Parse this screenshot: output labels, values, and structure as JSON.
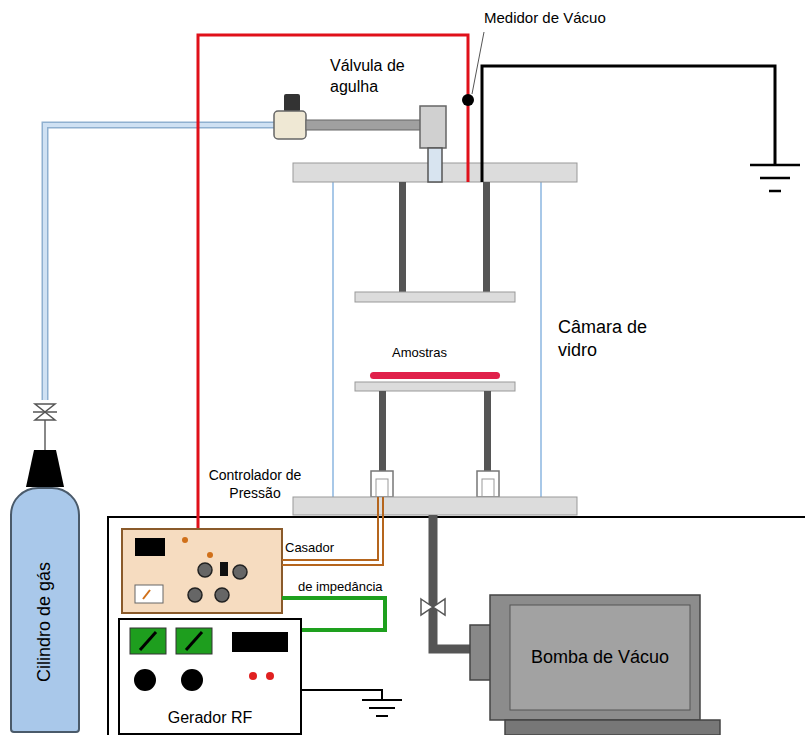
{
  "diagram": {
    "nodes": [
      {
        "text": [
          "Cilindro de gás"
        ]
      },
      {
        "text": [
          "Controlador de Pressão"
        ]
      },
      {
        "text": [
          "Gerador RF"
        ]
      },
      {
        "text": [
          "Bomba de Vácuo"
        ]
      }
    ],
    "labels": [
      "Medidor de Vácuo",
      "Válvula de agulha",
      "Câmara de vidro",
      "Amostras",
      "Casador",
      "de impedância"
    ]
  }
}
